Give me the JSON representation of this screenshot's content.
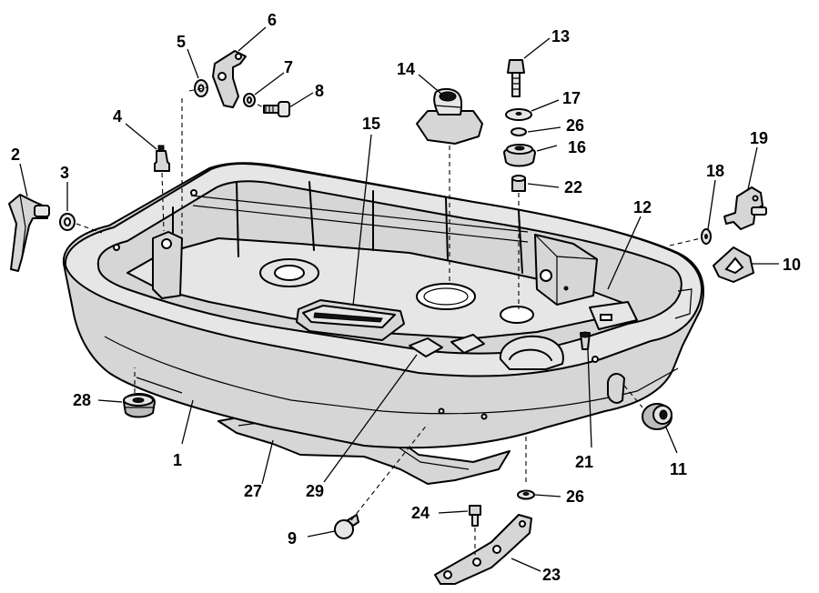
{
  "callouts": [
    {
      "id": "1",
      "label": "1"
    },
    {
      "id": "2",
      "label": "2"
    },
    {
      "id": "3",
      "label": "3"
    },
    {
      "id": "4",
      "label": "4"
    },
    {
      "id": "5",
      "label": "5"
    },
    {
      "id": "6",
      "label": "6"
    },
    {
      "id": "7",
      "label": "7"
    },
    {
      "id": "8",
      "label": "8"
    },
    {
      "id": "9",
      "label": "9"
    },
    {
      "id": "10",
      "label": "10"
    },
    {
      "id": "11",
      "label": "11"
    },
    {
      "id": "12",
      "label": "12"
    },
    {
      "id": "13",
      "label": "13"
    },
    {
      "id": "14",
      "label": "14"
    },
    {
      "id": "15",
      "label": "15"
    },
    {
      "id": "16",
      "label": "16"
    },
    {
      "id": "17",
      "label": "17"
    },
    {
      "id": "18",
      "label": "18"
    },
    {
      "id": "19",
      "label": "19"
    },
    {
      "id": "21",
      "label": "21"
    },
    {
      "id": "22",
      "label": "22"
    },
    {
      "id": "23",
      "label": "23"
    },
    {
      "id": "24",
      "label": "24"
    },
    {
      "id": "26a",
      "label": "26"
    },
    {
      "id": "26b",
      "label": "26"
    },
    {
      "id": "27",
      "label": "27"
    },
    {
      "id": "28",
      "label": "28"
    },
    {
      "id": "29",
      "label": "29"
    }
  ]
}
